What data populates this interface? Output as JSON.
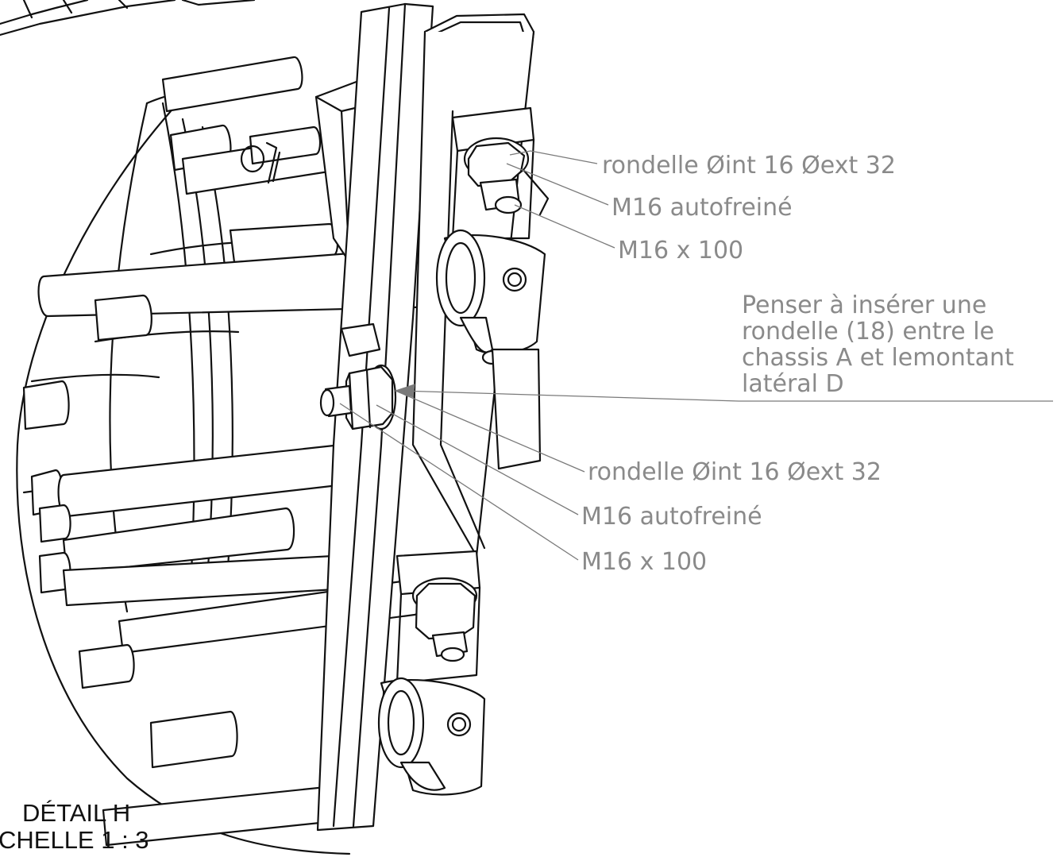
{
  "callouts_upper": {
    "washer": "rondelle Øint 16 Øext 32",
    "nut": "M16 autofreiné",
    "bolt": "M16 x 100"
  },
  "note": {
    "line1": "Penser à insérer une",
    "line2": "rondelle (18) entre le",
    "line3": "chassis A et lemontant",
    "line4": "latéral D"
  },
  "callouts_middle": {
    "washer": "rondelle Øint 16 Øext 32",
    "nut": "M16 autofreiné",
    "bolt": "M16 x 100"
  },
  "caption": {
    "detail": "DÉTAIL H",
    "scale": "CHELLE 1 : 3"
  }
}
